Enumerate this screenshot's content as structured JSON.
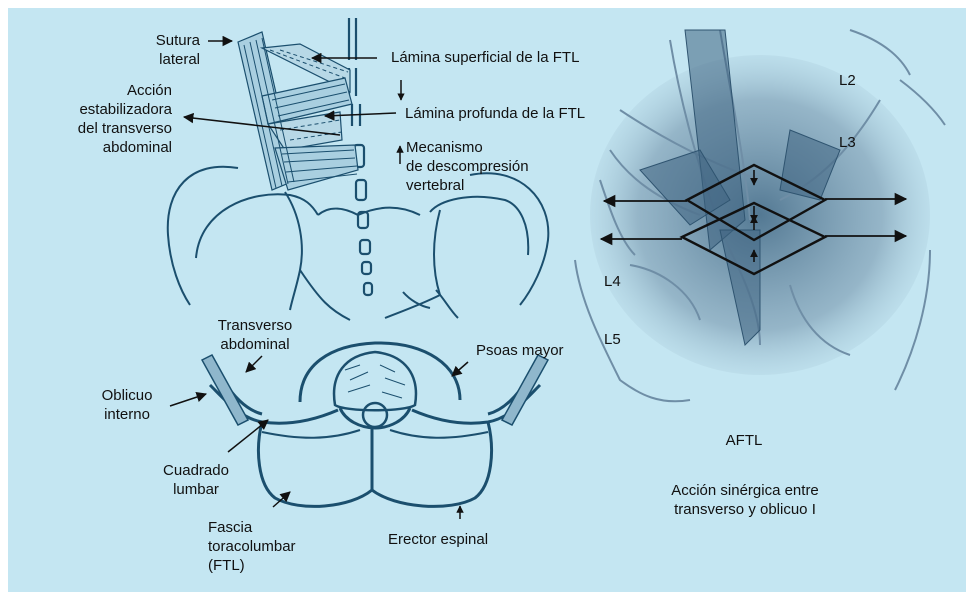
{
  "colors": {
    "background": "#c4e6f2",
    "frame": "#ffffff",
    "ink": "#1b4f6e",
    "muscle": "#5d7d96",
    "arrow": "#111111"
  },
  "labels": {
    "sutura_lateral": "Sutura\nlateral",
    "accion_estabilizadora": "Acción\nestabilizadora\ndel transverso\nabdominal",
    "lamina_superficial": "Lámina superficial de la FTL",
    "lamina_profunda": "Lámina profunda de la FTL",
    "mecanismo": "Mecanismo\nde descompresión\nvertebral",
    "transverso_abdominal": "Transverso\nabdominal",
    "psoas_mayor": "Psoas mayor",
    "oblicuo_interno": "Oblicuo\ninterno",
    "cuadrado_lumbar": "Cuadrado\nlumbar",
    "fascia_toracolumbar": "Fascia\ntoracolumbar\n(FTL)",
    "erector_espinal": "Erector espinal",
    "l2": "L2",
    "l3": "L3",
    "l4": "L4",
    "l5": "L5",
    "aftl": "AFTL",
    "accion_sinergica": "Acción sinérgica entre\ntransverso y oblicuo I"
  }
}
